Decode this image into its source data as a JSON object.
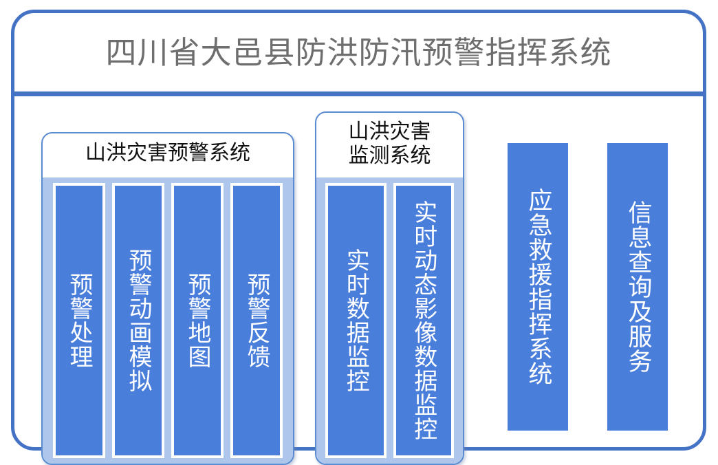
{
  "header": {
    "title": "四川省大邑县防洪防汛预警指挥系统",
    "title_color": "#6E6E6E",
    "divider_color": "#4472C4"
  },
  "theme": {
    "frame_border": "#4472C4",
    "group_border": "#5B8BD0",
    "group_inner_fill": "#AFC6EC",
    "bar_fill": "#4A7EDB",
    "bar_text_color": "#FFFFFF",
    "group_title_color": "#111111"
  },
  "diagram": {
    "type": "block-diagram",
    "groups": [
      {
        "id": "warning",
        "title": "山洪灾害预警系统",
        "modules": [
          {
            "label": "预警处理"
          },
          {
            "label": "预警动画模拟"
          },
          {
            "label": "预警地图"
          },
          {
            "label": "预警反馈"
          }
        ]
      },
      {
        "id": "monitor",
        "title": "山洪灾害\n监测系统",
        "modules": [
          {
            "label": "实时数据监控"
          },
          {
            "label": "实时动态影像数据监控"
          }
        ]
      }
    ],
    "standalone_modules": [
      {
        "id": "rescue",
        "label": "应急救援指挥系统"
      },
      {
        "id": "info",
        "label": "信息查询及服务"
      }
    ]
  }
}
